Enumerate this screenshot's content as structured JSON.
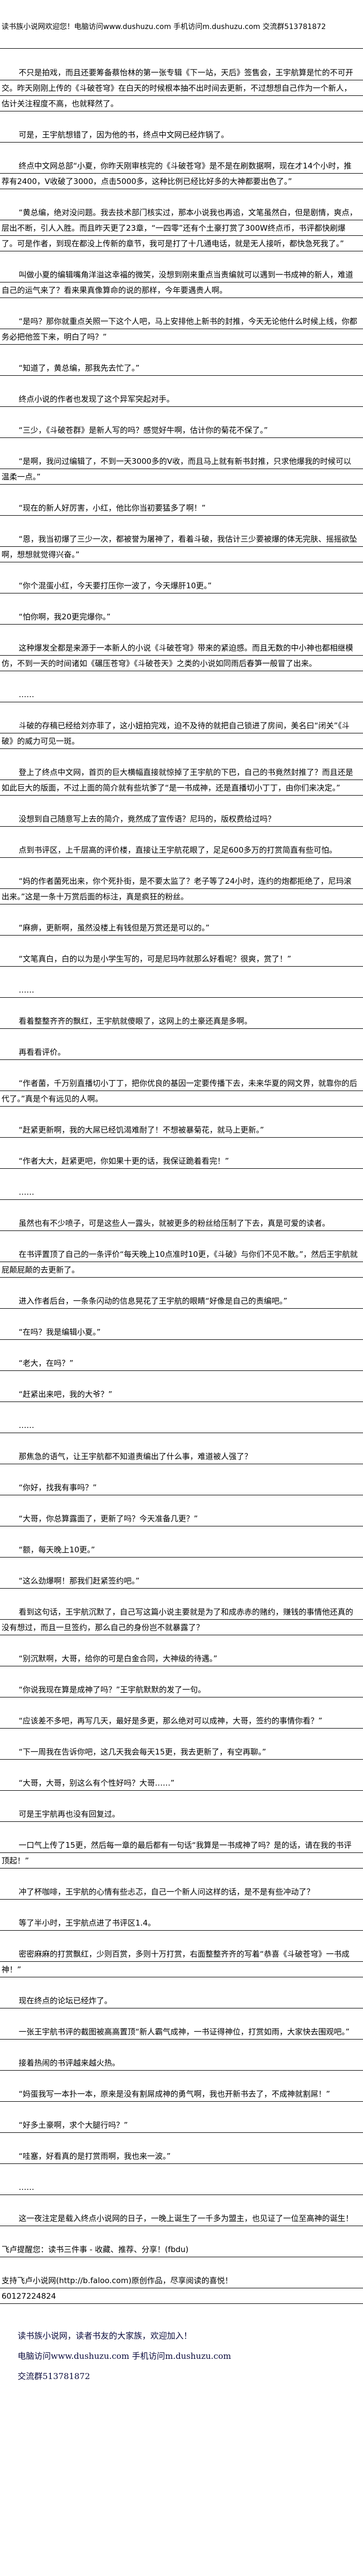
{
  "header": {
    "banner": "读书族小说网欢迎您！电脑访问www.dushuzu.com 手机访问m.dushuzu.com 交流群513781872"
  },
  "paragraphs": [
    "不只是拍戏，而且还要筹备蔡怡林的第一张专辑《下一站，天后》签售会，王宇航算是忙的不可开交。昨天刚刚上传的《斗破苍穹》在白天的时候根本抽不出时间去更新，不过想想自己作为一个新人，估计关注程度不高，也就释然了。",
    "可是，王宇航想错了，因为他的书，终点中文网已经炸锅了。",
    "终点中文网总部“小夏，你昨天刚审核完的《斗破苍穹》是不是在刷数据啊，现在才14个小时，推荐有2400，V收破了3000，点击5000多，这种比例已经比好多的大神都要出色了。”",
    "“黄总编，绝对没问题。我去技术部门核实过，那本小说我也再追，文笔虽然白，但是剧情，爽点，层出不断，引人入胜。而且昨天更了23章，“一四零”还有个土豪打赏了300W终点币，书评都快刷爆了。可是作者，到现在都没上传新的章节，我可是打了十几通电话，就是无人接听，都快急死我了。”",
    "叫做小夏的编辑嘴角洋溢这幸福的微笑，没想到刚来重点当责编就可以遇到一书成神的新人，难道自己的运气来了？看来果真像算命的说的那样，今年要遇贵人啊。",
    "“是吗？那你就重点关照一下这个人吧，马上安排他上新书的封推，今天无论他什么时候上线，你都务必把他签下来，明白了吗？”",
    "“知道了，黄总编，那我先去忙了。”",
    "终点小说的作者也发现了这个异军突起对手。",
    "“三少，《斗破苍群》是新人写的吗？感觉好牛啊，估计你的菊花不保了。”",
    "“是啊，我问过编辑了，不到一天3000多的V收，而且马上就有新书封推，只求他爆我的时候可以温柔一点。”",
    "“现在的新人好厉害，小红，他比你当初要猛多了啊！”",
    "“恩，我当初爆了三少一次，都被誉为屠神了，看着斗破，我估计三少要被爆的体无完肤、摇摇欲坠啊，想想就觉得兴奋。”",
    "“你个混蛋小红，今天要打压你一波了，今天爆肝10更。”",
    "“怕你啊，我20更完爆你。”",
    "这种爆发全都是来源于一本新人的小说《斗破苍穹》带来的紧迫感。而且无数的中小神也都相继模仿，不到一天的时间诸如《碾压苍穹》《斗破苍天》之类的小说如同雨后春笋一般冒了出来。",
    "……",
    "斗破的存稿已经给刘亦菲了，这小妞拍完戏，迫不及待的就把自己锁进了房间，美名曰“闭关”《斗破》的威力可见一斑。",
    "登上了终点中文网，首页的巨大横幅直接就惊掉了王宇航的下巴，自己的书竟然封推了？而且还是如此巨大的版面，不过上面的简介就有些坑爹了“是一书成神，还是直播切小丁丁，由你们来决定。”",
    "没想到自己随意写上去的简介，竟然成了宣传语？尼玛的，版权费给过吗？",
    "点到书评区，上千层高的评价楼，直接让王宇航花眼了，足足600多万的打赏简直有些可怕。",
    "“妈的作者菌死出来，你个死扑街，是不要太监了？老子等了24小时，连约的炮都拒绝了，尼玛滚出来。”这是一条十万赏后面的标注，真是疯狂的粉丝。",
    "“麻痹，更新啊，虽然没楼上有钱但是万赏还是可以的。”",
    "“文笔真白，白的以为是小学生写的，可是尼玛咋就那么好看呢？很爽，赏了！”",
    "……",
    "看着整整齐齐的飘红，王宇航就傻眼了，这网上的土豪还真是多啊。",
    "再看看评价。",
    "“作者菌，千万别直播切小丁丁，把你优良的基因一定要传播下去，未来华夏的网文界，就靠你的后代了。”真是个有远见的人啊。",
    "“赶紧更新啊，我的大屌已经饥渴难耐了！不想被暴菊花，就马上更新。”",
    "“作者大大，赶紧更吧，你如果十更的话，我保证跪着看完！”",
    "……",
    "虽然也有不少喷子，可是这些人一露头，就被更多的粉丝给压制了下去，真是可爱的读者。",
    "在书评置顶了自己的一条评价“每天晚上10点准时10更，《斗破》与你们不见不散。”，然后王宇航就屁颠屁颠的去更新了。",
    "进入作者后台，一条条闪动的信息晃花了王宇航的眼睛“好像是自己的责编吧。”",
    "“在吗？我是编辑小夏。”",
    "“老大，在吗？”",
    "“赶紧出来吧，我的大爷？”",
    "……",
    "那焦急的语气，让王宇航都不知道责编出了什么事，难道被人强了？",
    "“你好，找我有事吗？”",
    "“大哥，你总算露面了，更新了吗？今天准备几更？”",
    "“额，每天晚上10更。”",
    "“这么劲爆啊！那我们赶紧签约吧。”",
    "看到这句话，王宇航沉默了，自己写这篇小说主要就是为了和成赤赤的赌约，赚钱的事情他还真的没有想过，而且一旦签约，那么自己的身份岂不就暴露了？",
    "“别沉默啊，大哥，给你的可是白金合同，大神级的待遇。”",
    "“你说我现在算是成神了吗？”王宇航默默的发了一句。",
    "“应该差不多吧，再写几天，最好是多更，那么绝对可以成神，大哥，签约的事情你看？”",
    "“下一周我在告诉你吧，这几天我会每天15更，我去更新了，有空再聊。”",
    "“大哥，大哥，别这么有个性好吗？大哥……”",
    "可是王宇航再也没有回复过。",
    "一口气上传了15更，然后每一章的最后都有一句话“我算是一书成神了吗？是的话，请在我的书评顶起！”",
    "冲了杯咖啡，王宇航的心情有些忐忑，自己一个新人问这样的话，是不是有些冲动了？",
    "等了半小时，王宇航点进了书评区1.4。",
    "密密麻麻的打赏飘红，少则百赏，多则十万打赏，右面整整齐齐的写着“恭喜《斗破苍穹》一书成神！”",
    "现在终点的论坛已经炸了。",
    "一张王宇航书评的截图被高高置顶“新人霸气成神，一书证得神位，打赏如雨，大家快去围观吧。”",
    "接着热闹的书评越来越火热。",
    "“妈蛋我写一本扑一本，原来是没有割屌成神的勇气啊，我也开新书去了，不成神就割屌！”",
    "“好多土豪啊，求个大腿行吗？”",
    "“哇塞，好看真的是打赏雨啊，我也来一波。”",
    "……",
    "这一夜注定是载入终点小说网的日子，一晚上诞生了一千多为盟主，也见证了一位至高神的诞生！"
  ],
  "notice": {
    "reminder": "飞卢提醒您：读书三件事 - 收藏、推荐、分享！(fbdu)",
    "support": "支持飞卢小说网(http://b.faloo.com)原创作品，尽享阅读的喜悦！",
    "code": "60127224824"
  },
  "footer": {
    "line1": "读书族小说网，读者书友的大家族，欢迎加入！",
    "line2": "电脑访问www.dushuzu.com 手机访问m.dushuzu.com",
    "line3": "交流群513781872"
  }
}
